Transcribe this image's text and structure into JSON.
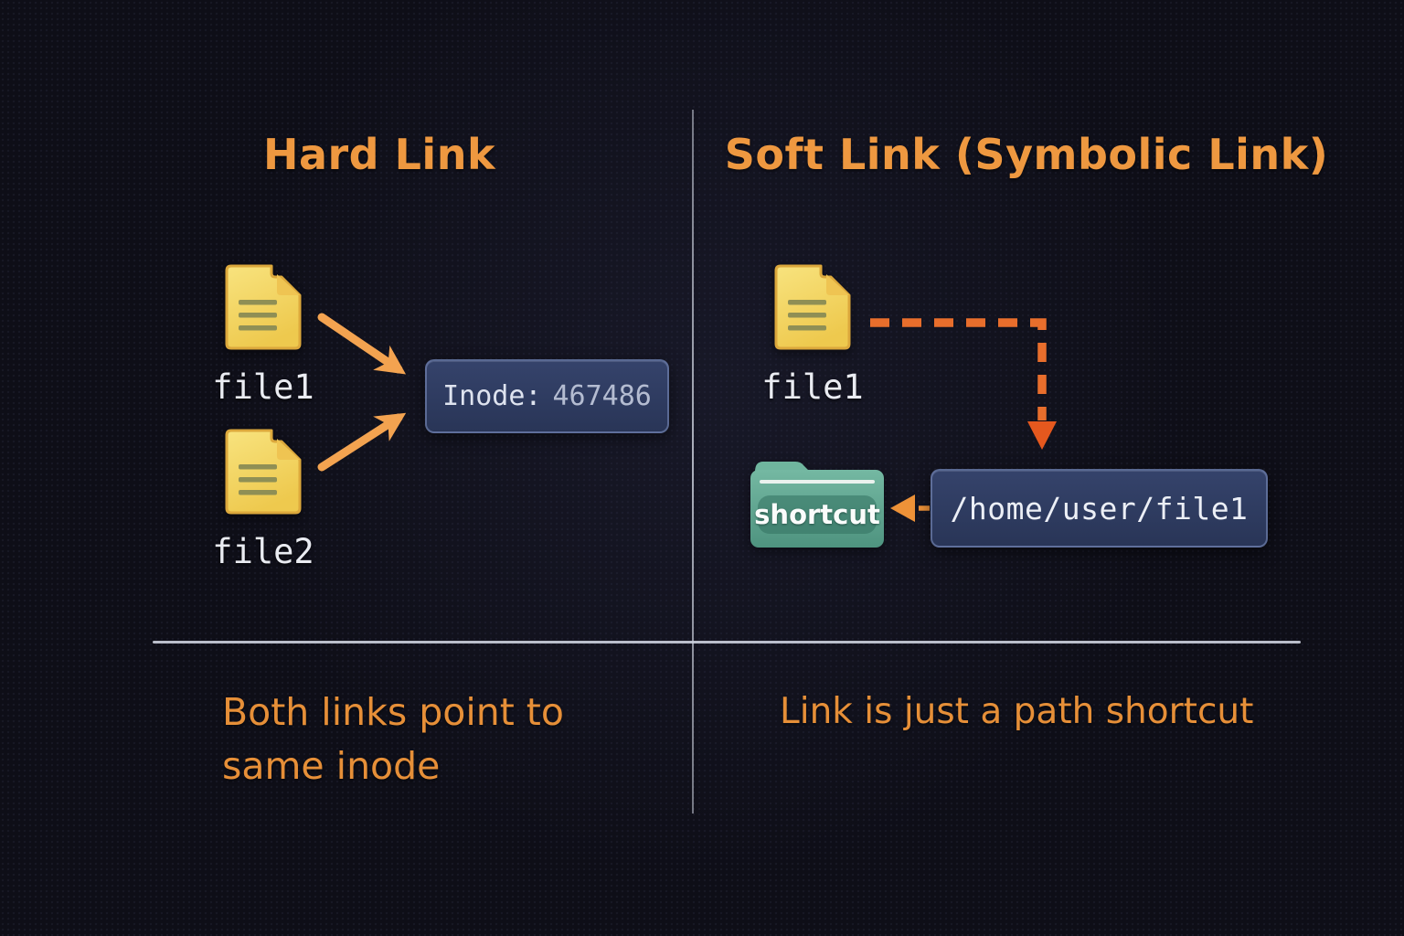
{
  "titles": {
    "left": "Hard Link",
    "right": "Soft Link (Symbolic Link)"
  },
  "hard_link_panel": {
    "file1_label": "file1",
    "file2_label": "file2",
    "inode_label": "Inode:",
    "inode_value": "467486",
    "caption_line1": "Both links point to",
    "caption_line2": "same inode"
  },
  "soft_link_panel": {
    "file_label": "file1",
    "folder_label": "shortcut",
    "path_text": "/home/user/file1",
    "caption": "Link is just a path shortcut"
  },
  "icons": {
    "document_icon": "yellow document sheet with folded corner and text lines",
    "folder_icon": "teal folder with label band",
    "solid_arrow_icon": "orange solid arrow",
    "dashed_arrow_icon": "orange dashed elbow arrow with down arrowhead",
    "left_arrow_icon": "small orange left-pointing arrowhead with dash tail"
  },
  "colors": {
    "background": "#0e0e17",
    "accent_orange": "#EE9840",
    "caption_orange": "#E68F38",
    "arrow_orange": "#F3A350",
    "dashed_arrow_orange": "#E86E2C",
    "dashed_arrowhead_red": "#E5581E",
    "document_yellow": "#F2D45C",
    "folder_teal": "#63AC96",
    "box_navy": "#2E3B60",
    "box_border": "#6B7BA8",
    "divider_gray": "#C6CBD7",
    "label_white": "#EAECF2"
  }
}
